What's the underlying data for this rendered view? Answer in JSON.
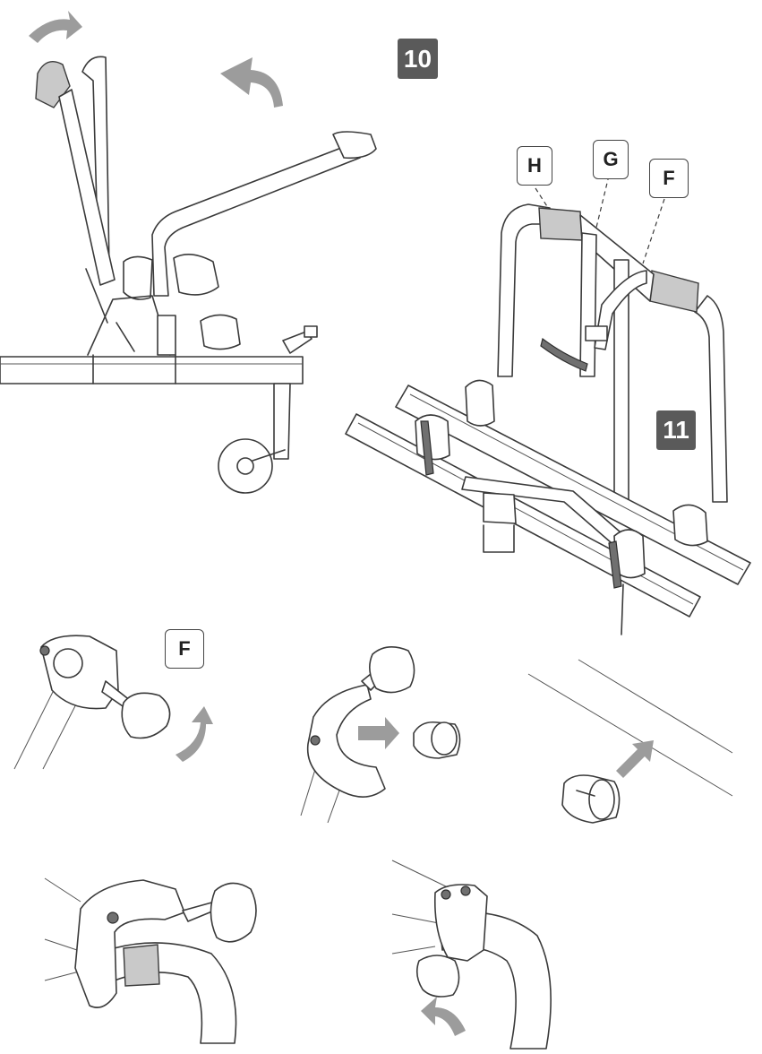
{
  "steps": {
    "step_10": "10",
    "step_11": "11"
  },
  "callouts": {
    "h": "H",
    "g": "G",
    "f_top": "F",
    "f_detail": "F"
  },
  "colors": {
    "line": "#3a3a3a",
    "grey_fill": "#c8c8c8",
    "dark_part": "#6a6a6a",
    "arrow": "#9a9a9a",
    "badge": "#5a5a5a"
  }
}
